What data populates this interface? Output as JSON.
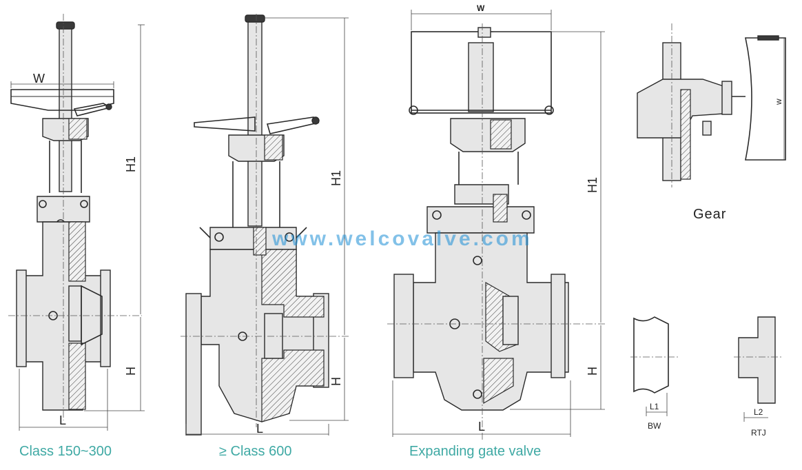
{
  "captions": {
    "class_150_300": "Class 150~300",
    "class_600": "≥ Class 600",
    "expanding": "Expanding gate valve",
    "gear": "Gear"
  },
  "dimensions": {
    "w": "W",
    "w_small": "w",
    "h1": "H1",
    "h": "H",
    "l": "L",
    "l1": "L1",
    "l2": "L2"
  },
  "end_types": {
    "bw": "BW",
    "rtj": "RTJ"
  },
  "watermark": "www.welcovalve.com",
  "colors": {
    "caption": "#3fa9a4",
    "watermark": "#1d8fd6",
    "line": "#2a2a2a"
  }
}
